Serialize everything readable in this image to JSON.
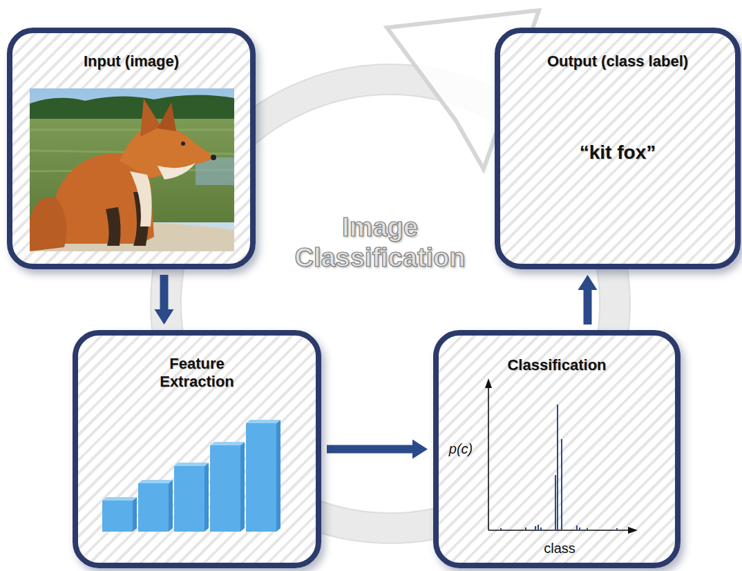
{
  "diagram": {
    "title": "Image Classification",
    "nodes": [
      {
        "text": [
          "Input (image)"
        ]
      },
      {
        "text": [
          "Output (class label)",
          "“kit fox”"
        ]
      },
      {
        "text": [
          "Feature Extraction"
        ]
      },
      {
        "text": [
          "Classification",
          "p(c)",
          "class"
        ]
      }
    ],
    "edges": [
      {
        "from": 0,
        "to": 2,
        "arrow": "to"
      },
      {
        "from": 2,
        "to": 3,
        "arrow": "to"
      },
      {
        "from": 3,
        "to": 1,
        "arrow": "to"
      }
    ]
  }
}
